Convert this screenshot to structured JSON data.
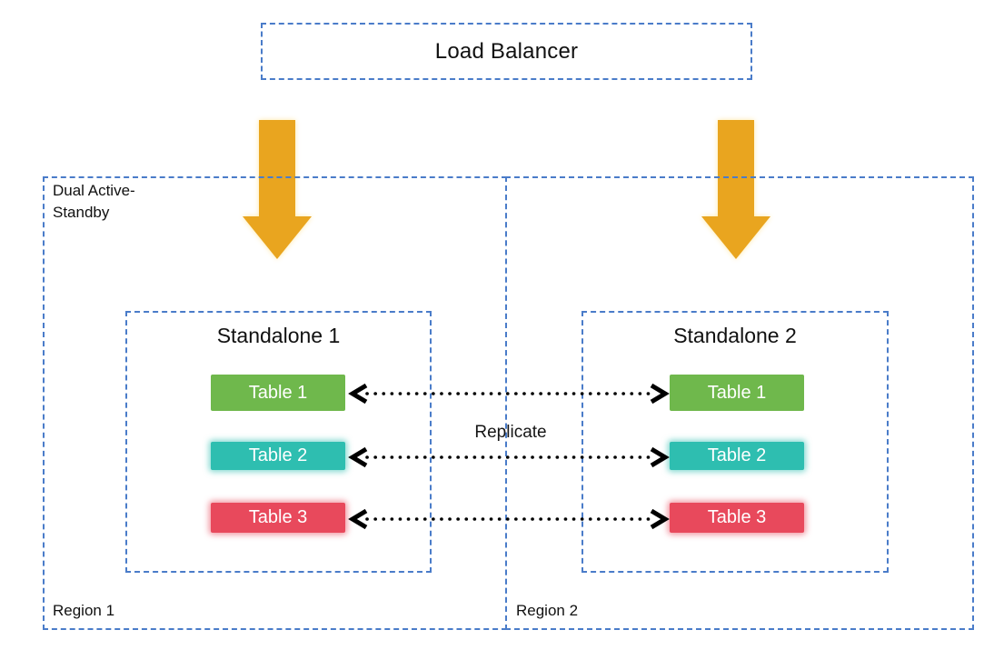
{
  "diagram": {
    "load_balancer": {
      "label": "Load Balancer"
    },
    "mode_label": "Dual Active-Standby",
    "replicate_label": "Replicate",
    "regions": [
      {
        "label": "Region 1",
        "standalone": {
          "title": "Standalone 1",
          "tables": [
            {
              "label": "Table 1",
              "color": "#6fb84c"
            },
            {
              "label": "Table 2",
              "color": "#2ebeb0"
            },
            {
              "label": "Table 3",
              "color": "#e8495c"
            }
          ]
        }
      },
      {
        "label": "Region 2",
        "standalone": {
          "title": "Standalone 2",
          "tables": [
            {
              "label": "Table 1",
              "color": "#6fb84c"
            },
            {
              "label": "Table 2",
              "color": "#2ebeb0"
            },
            {
              "label": "Table 3",
              "color": "#e8495c"
            }
          ]
        }
      }
    ],
    "colors": {
      "dashed_border": "#4a7cc9",
      "down_arrow": "#e9a51f",
      "down_arrow_glow": "#ffe9a8",
      "replication_arrow": "#000000",
      "table_text": "#ffffff"
    }
  }
}
